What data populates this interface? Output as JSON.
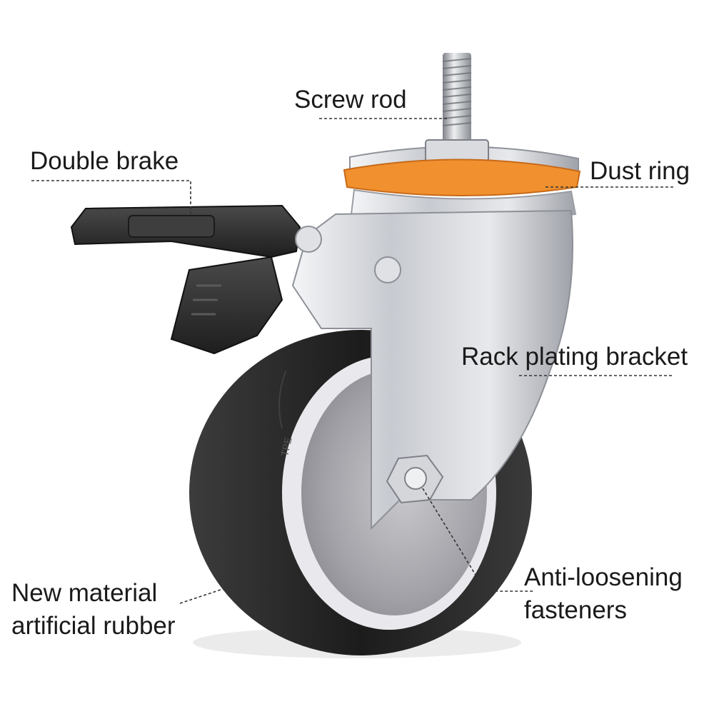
{
  "labels": {
    "screw_rod": "Screw rod",
    "double_brake": "Double brake",
    "dust_ring": "Dust ring",
    "rack_plating_bracket": "Rack plating bracket",
    "anti_loosening_line1": "Anti-loosening",
    "anti_loosening_line2": "fasteners",
    "rubber_line1": "New material",
    "rubber_line2": "artificial rubber"
  },
  "wheel_marking": "TPE",
  "colors": {
    "dust_ring": "#f0902e",
    "tire": "#2a2a2a",
    "hub": "#a9a9ae",
    "hub_rim": "#e6e6ea",
    "metal": "#c9ccd2",
    "brake": "#333333"
  },
  "icons": {
    "product": "swivel-caster-wheel-with-brake"
  }
}
